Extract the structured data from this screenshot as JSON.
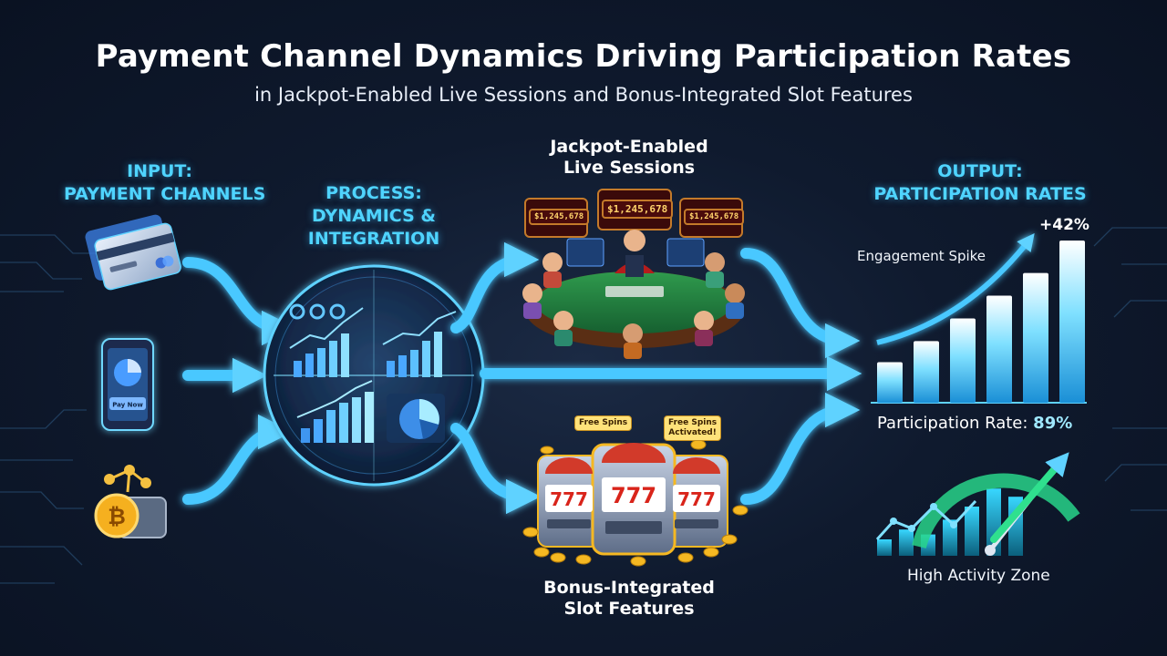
{
  "title": "Payment Channel Dynamics Driving Participation Rates",
  "subtitle": "in Jackpot-Enabled Live Sessions and Bonus-Integrated Slot Features",
  "input": {
    "heading_line1": "INPUT:",
    "heading_line2": "PAYMENT CHANNELS",
    "channels": [
      {
        "icon": "credit-card-icon"
      },
      {
        "icon": "mobile-wallet-icon",
        "label": "Pay Now"
      },
      {
        "icon": "crypto-wallet-icon"
      }
    ]
  },
  "process": {
    "heading_line1": "PROCESS:",
    "heading_line2": "DYNAMICS &",
    "heading_line3": "INTEGRATION"
  },
  "live_sessions": {
    "heading_line1": "Jackpot-Enabled",
    "heading_line2": "Live Sessions",
    "jackpots": [
      "$1,245,678",
      "$1,245,678",
      "$1,245,678"
    ]
  },
  "slots": {
    "heading_line1": "Bonus-Integrated",
    "heading_line2": "Slot Features",
    "badge_left": "Free Spins",
    "badge_right_line1": "Free Spins",
    "badge_right_line2": "Activated!",
    "reels": "777"
  },
  "output": {
    "heading_line1": "OUTPUT:",
    "heading_line2": "PARTICIPATION RATES",
    "spike_label": "Engagement Spike",
    "spike_value": "+42%",
    "rate_label": "Participation Rate:",
    "rate_value": "89%",
    "zone_label": "High Activity Zone",
    "bar_levels": [
      0.25,
      0.38,
      0.52,
      0.66,
      0.8,
      1.0
    ],
    "zone_bar_levels": [
      0.2,
      0.32,
      0.26,
      0.44,
      0.6,
      0.82,
      0.72
    ]
  },
  "colors": {
    "accent": "#4fd4ff",
    "background": "#0f1a2e",
    "arrow": "#49c8ff",
    "gold": "#f5b822",
    "felt": "#1f7a3a",
    "gauge_green": "#28d48a"
  }
}
